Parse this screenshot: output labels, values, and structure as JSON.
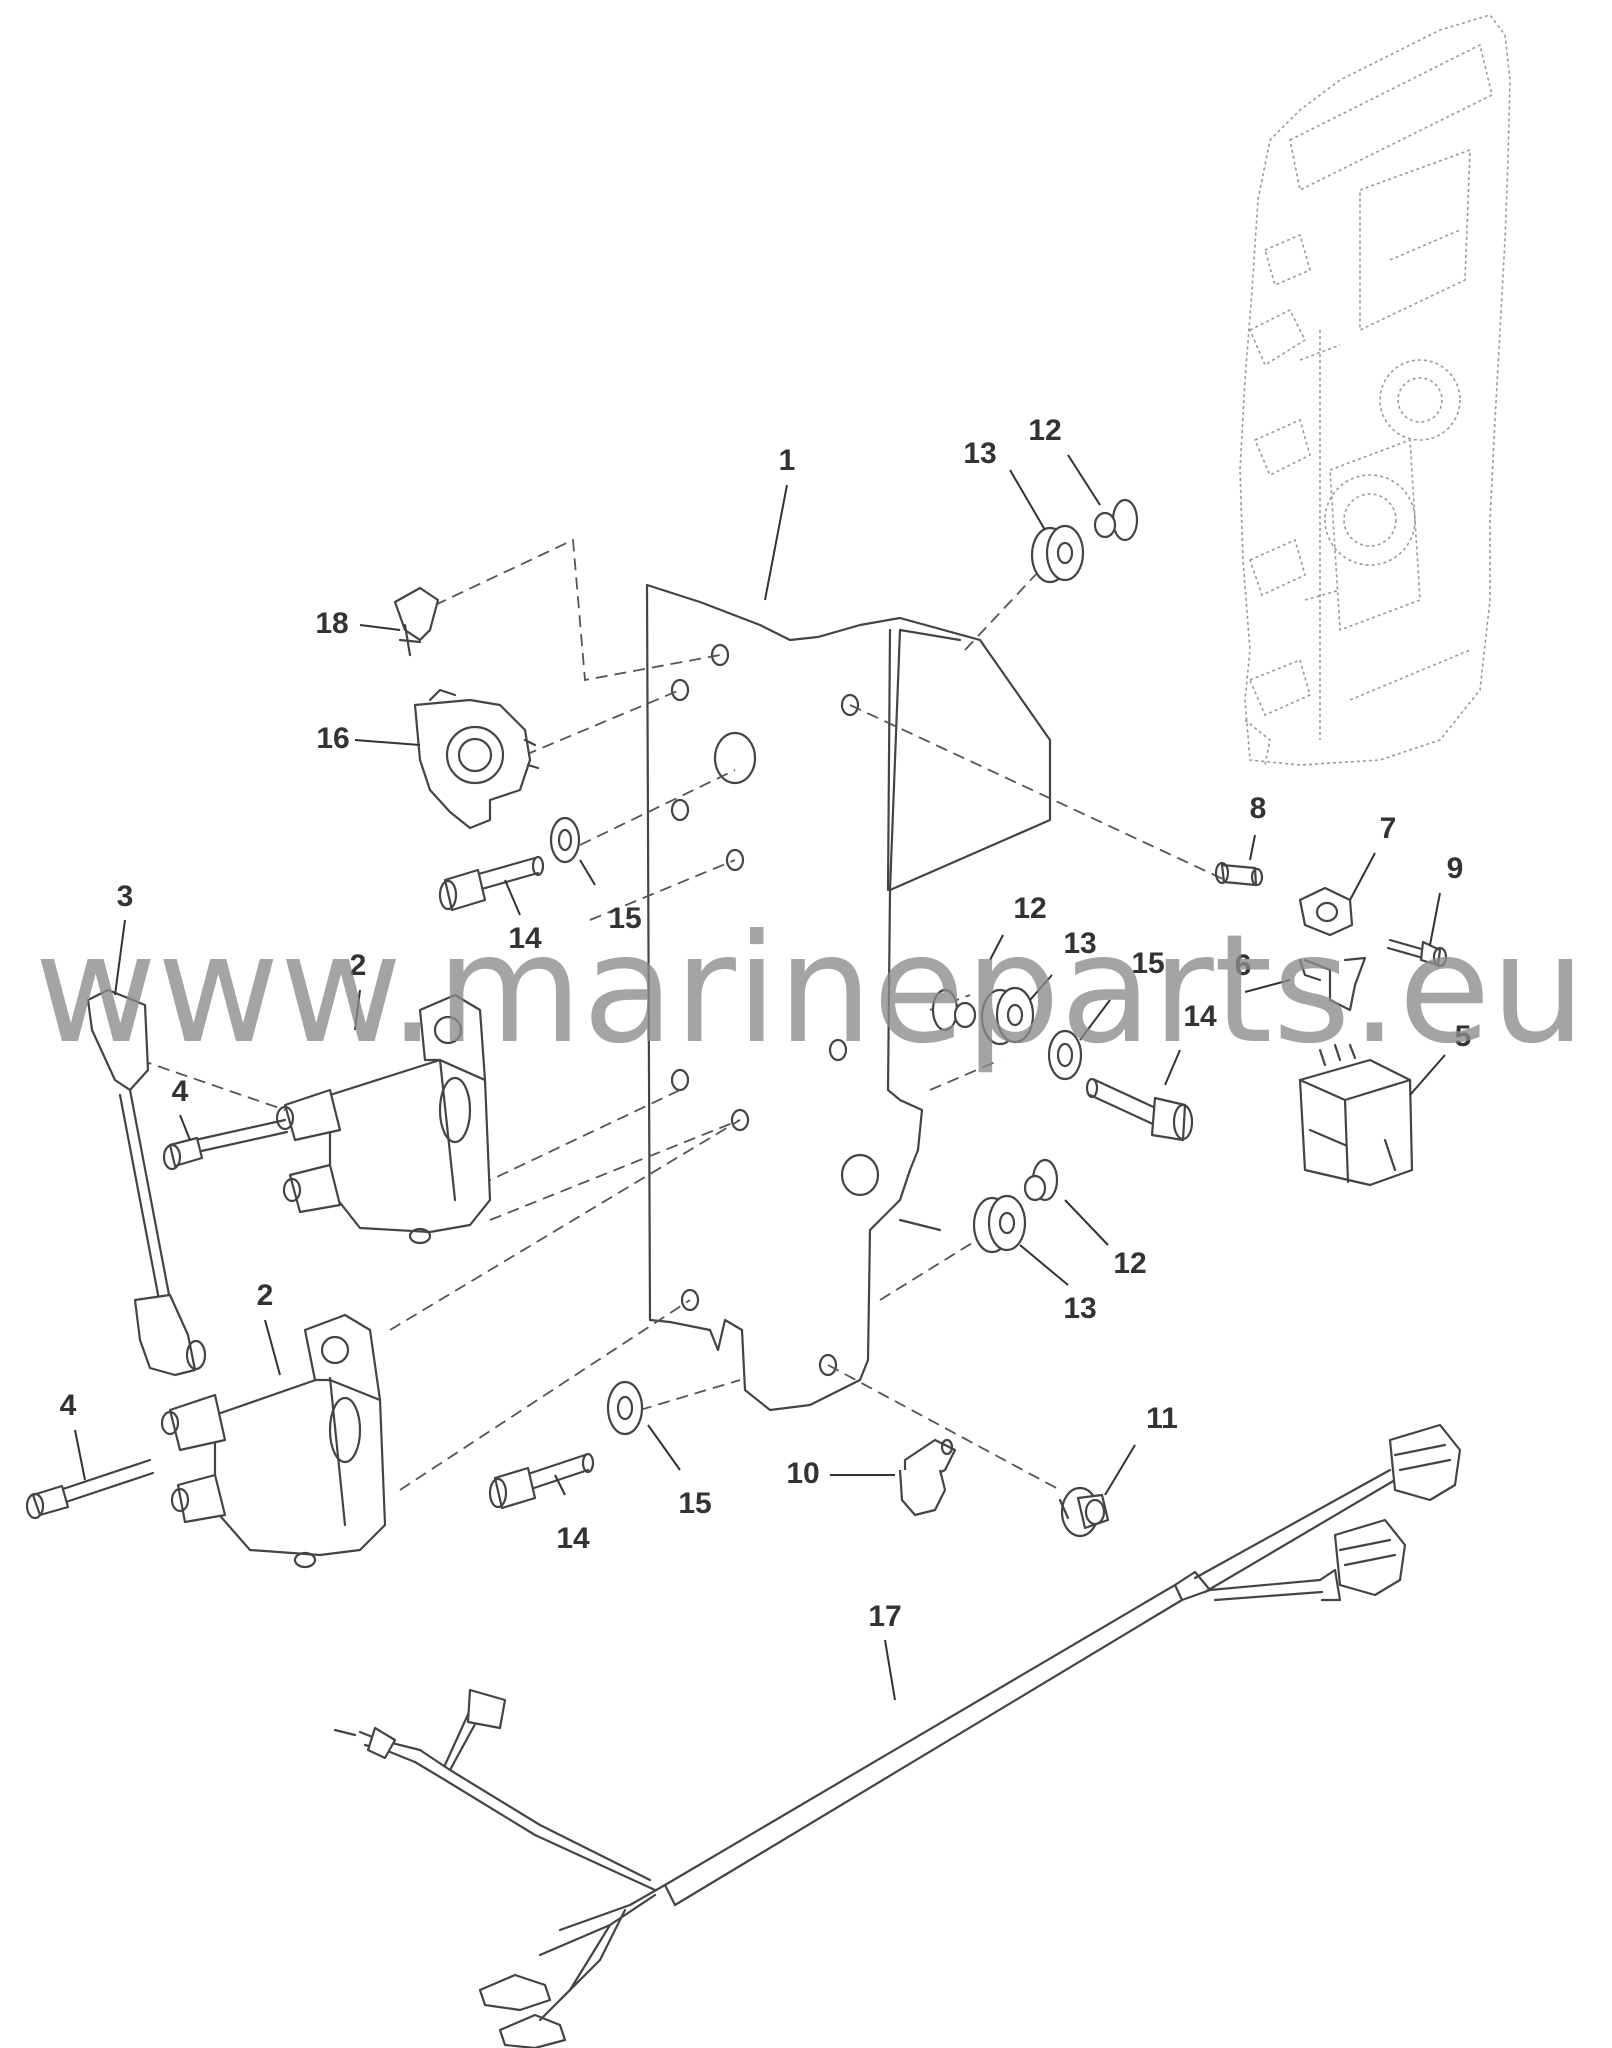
{
  "watermark": "www.marineparts.eu",
  "callouts": {
    "c1": "1",
    "c2a": "2",
    "c2b": "2",
    "c3": "3",
    "c4a": "4",
    "c4b": "4",
    "c5": "5",
    "c6": "6",
    "c7": "7",
    "c8": "8",
    "c9": "9",
    "c10": "10",
    "c11": "11",
    "c12a": "12",
    "c12b": "12",
    "c12c": "12",
    "c13a": "13",
    "c13b": "13",
    "c13c": "13",
    "c14a": "14",
    "c14b": "14",
    "c14c": "14",
    "c15a": "15",
    "c15b": "15",
    "c15c": "15",
    "c16": "16",
    "c17": "17",
    "c18": "18"
  }
}
